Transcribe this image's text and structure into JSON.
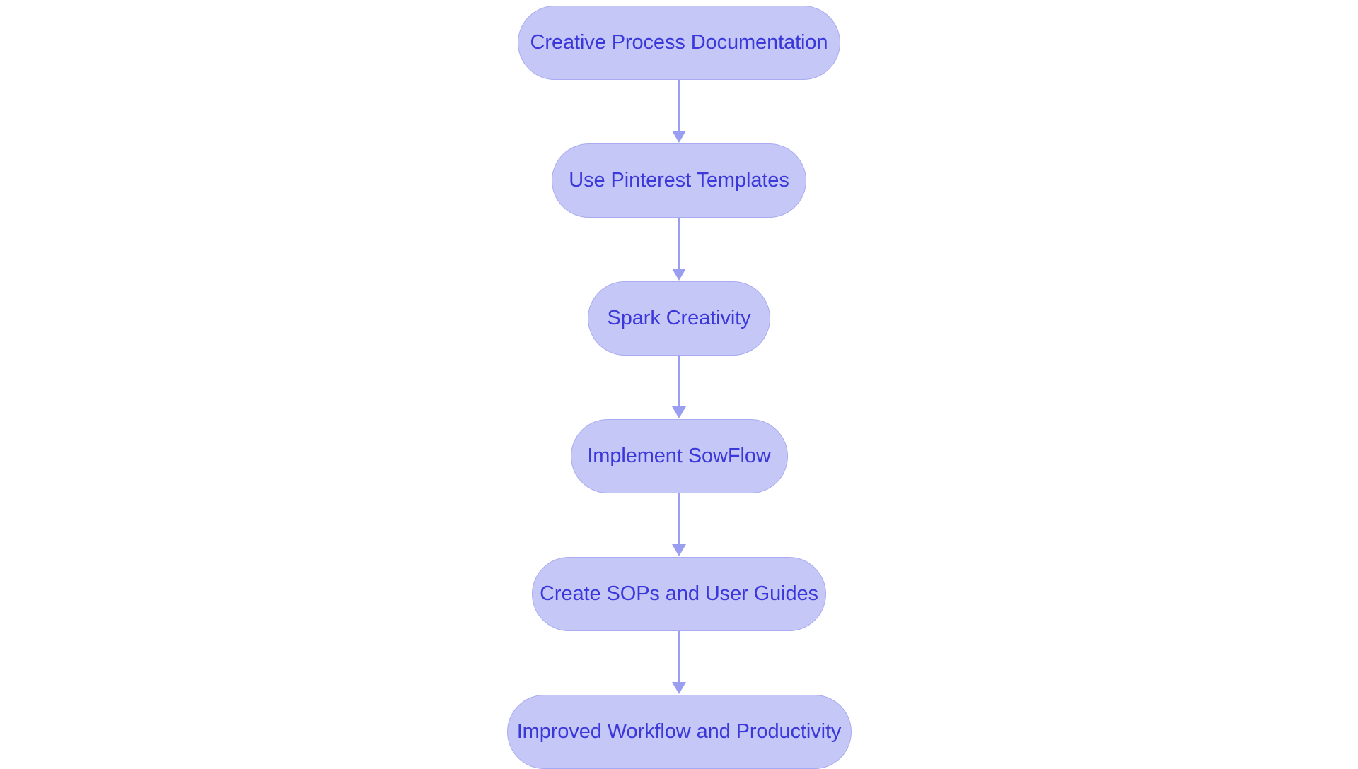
{
  "diagram": {
    "type": "flowchart",
    "orientation": "top-to-bottom",
    "background_color": "#ffffff",
    "node_fill_color": "#c5c8f7",
    "node_border_color": "#a8abf0",
    "node_text_color": "#3b38d9",
    "connector_color": "#9a9ef0",
    "node_shape": "stadium",
    "nodes": [
      {
        "id": "n0",
        "label": "Creative Process Documentation"
      },
      {
        "id": "n1",
        "label": "Use Pinterest Templates"
      },
      {
        "id": "n2",
        "label": "Spark Creativity"
      },
      {
        "id": "n3",
        "label": "Implement SowFlow"
      },
      {
        "id": "n4",
        "label": "Create SOPs and User Guides"
      },
      {
        "id": "n5",
        "label": "Improved Workflow and Productivity"
      }
    ],
    "edges": [
      {
        "from": "n0",
        "to": "n1",
        "arrow": "arrow-down-icon"
      },
      {
        "from": "n1",
        "to": "n2",
        "arrow": "arrow-down-icon"
      },
      {
        "from": "n2",
        "to": "n3",
        "arrow": "arrow-down-icon"
      },
      {
        "from": "n3",
        "to": "n4",
        "arrow": "arrow-down-icon"
      },
      {
        "from": "n4",
        "to": "n5",
        "arrow": "arrow-down-icon"
      }
    ]
  }
}
